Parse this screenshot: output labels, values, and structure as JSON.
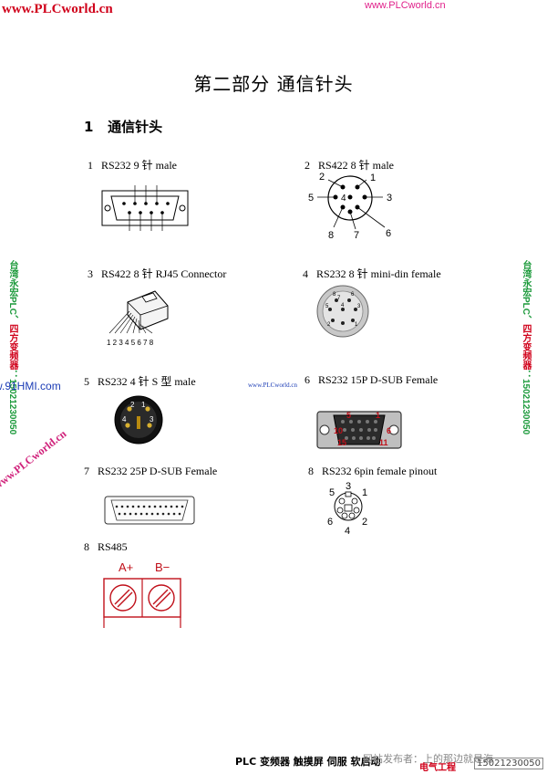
{
  "watermarks": {
    "top_left": "www.PLCworld.cn",
    "top_right": "www.PLCworld.cn",
    "left_vertical_green": "台湾永宏PLC、",
    "left_vertical_red": "四方变频器",
    "left_vertical_phone": "：15021230050",
    "right_vertical_green": "台湾永宏PLC、",
    "right_vertical_red": "四方变频器",
    "right_vertical_phone": "：15021230050",
    "left_blue": "w.91HMI.com",
    "middle_small": "www.PLCworld.cn",
    "diagonal": "www.PLCworld.cn"
  },
  "document": {
    "title": "第二部分    通信针头",
    "section_number": "1",
    "section_title": "通信针头"
  },
  "connectors": [
    {
      "index": "1",
      "label": "RS232 9 针  male"
    },
    {
      "index": "2",
      "label": "RS422     8 针 male"
    },
    {
      "index": "3",
      "label": "RS422 8 针  RJ45 Connector"
    },
    {
      "index": "4",
      "label": "RS232 8 针 mini-din female"
    },
    {
      "index": "5",
      "label": "RS232 4 针 S 型 male"
    },
    {
      "index": "6",
      "label": "RS232 15P D-SUB Female"
    },
    {
      "index": "7",
      "label": "RS232 25P D-SUB Female"
    },
    {
      "index": "8",
      "label": "RS232 6pin female pinout"
    },
    {
      "index": "8",
      "label": "RS485"
    }
  ],
  "diagram_text": {
    "rs422_pins": [
      "1",
      "2",
      "3",
      "4",
      "5",
      "6",
      "7",
      "8"
    ],
    "rj45_pins": "1 2 3 4 5 6 7 8",
    "minidin_pins": [
      "1",
      "2",
      "3",
      "4",
      "5",
      "6",
      "7",
      "8"
    ],
    "s4_pins": [
      "1",
      "2",
      "3",
      "4"
    ],
    "dsub15_pins": [
      "5",
      "1",
      "10",
      "6",
      "15",
      "11"
    ],
    "sixpin_pins": [
      "1",
      "2",
      "3",
      "4",
      "5",
      "6"
    ],
    "rs485_a": "A+",
    "rs485_b": "B−"
  },
  "footer": {
    "text": "PLC 变频器 触摸屏 伺服 软启动",
    "overlay_text": "网站发布者：上的那边就是海",
    "red_text": "电气工程",
    "phone": "15021230050"
  },
  "colors": {
    "watermark_red": "#d0021b",
    "side_green": "#1d9a3c",
    "blue": "#1a3bb5",
    "diagram_red": "#c0101a"
  }
}
